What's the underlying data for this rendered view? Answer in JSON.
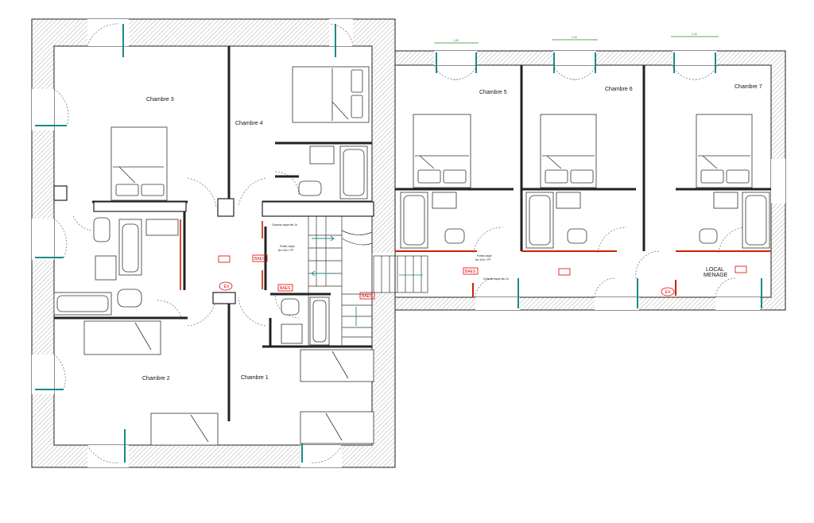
{
  "rooms": {
    "chambre1": "Chambre 1",
    "chambre2": "Chambre 2",
    "chambre3": "Chambre 3",
    "chambre4": "Chambre 4",
    "chambre5": "Chambre 5",
    "chambre6": "Chambre 6",
    "chambre7": "Chambre 7",
    "local_menage_1": "LOCAL",
    "local_menage_2": "MENAGE"
  },
  "tags": {
    "ex_1": "EX",
    "ex_2": "EX",
    "baes_1": "BAES",
    "baes_2": "BAES",
    "baes_3": "BAES",
    "baes_4": "BAES"
  },
  "notes": {
    "cloison_1": "Cloisons coupe-feu 1h",
    "porte_1a": "Portes coupe",
    "porte_1b": "feu 1/2h + FP",
    "porte_2a": "Portes coupe",
    "porte_2b": "feu 1/2h + FP",
    "cloison_2": "Cloisons coupe-feu 1h"
  },
  "dims": {
    "d1": "1,40",
    "d2": "1,40",
    "d3": "1,40"
  },
  "colors": {
    "wall": "#222222",
    "hatch": "#9a9a9a",
    "glass": "#1a8a8a",
    "fire_line": "#cc2200",
    "tag": "#dd0000",
    "dimension": "#2a8a2a"
  }
}
